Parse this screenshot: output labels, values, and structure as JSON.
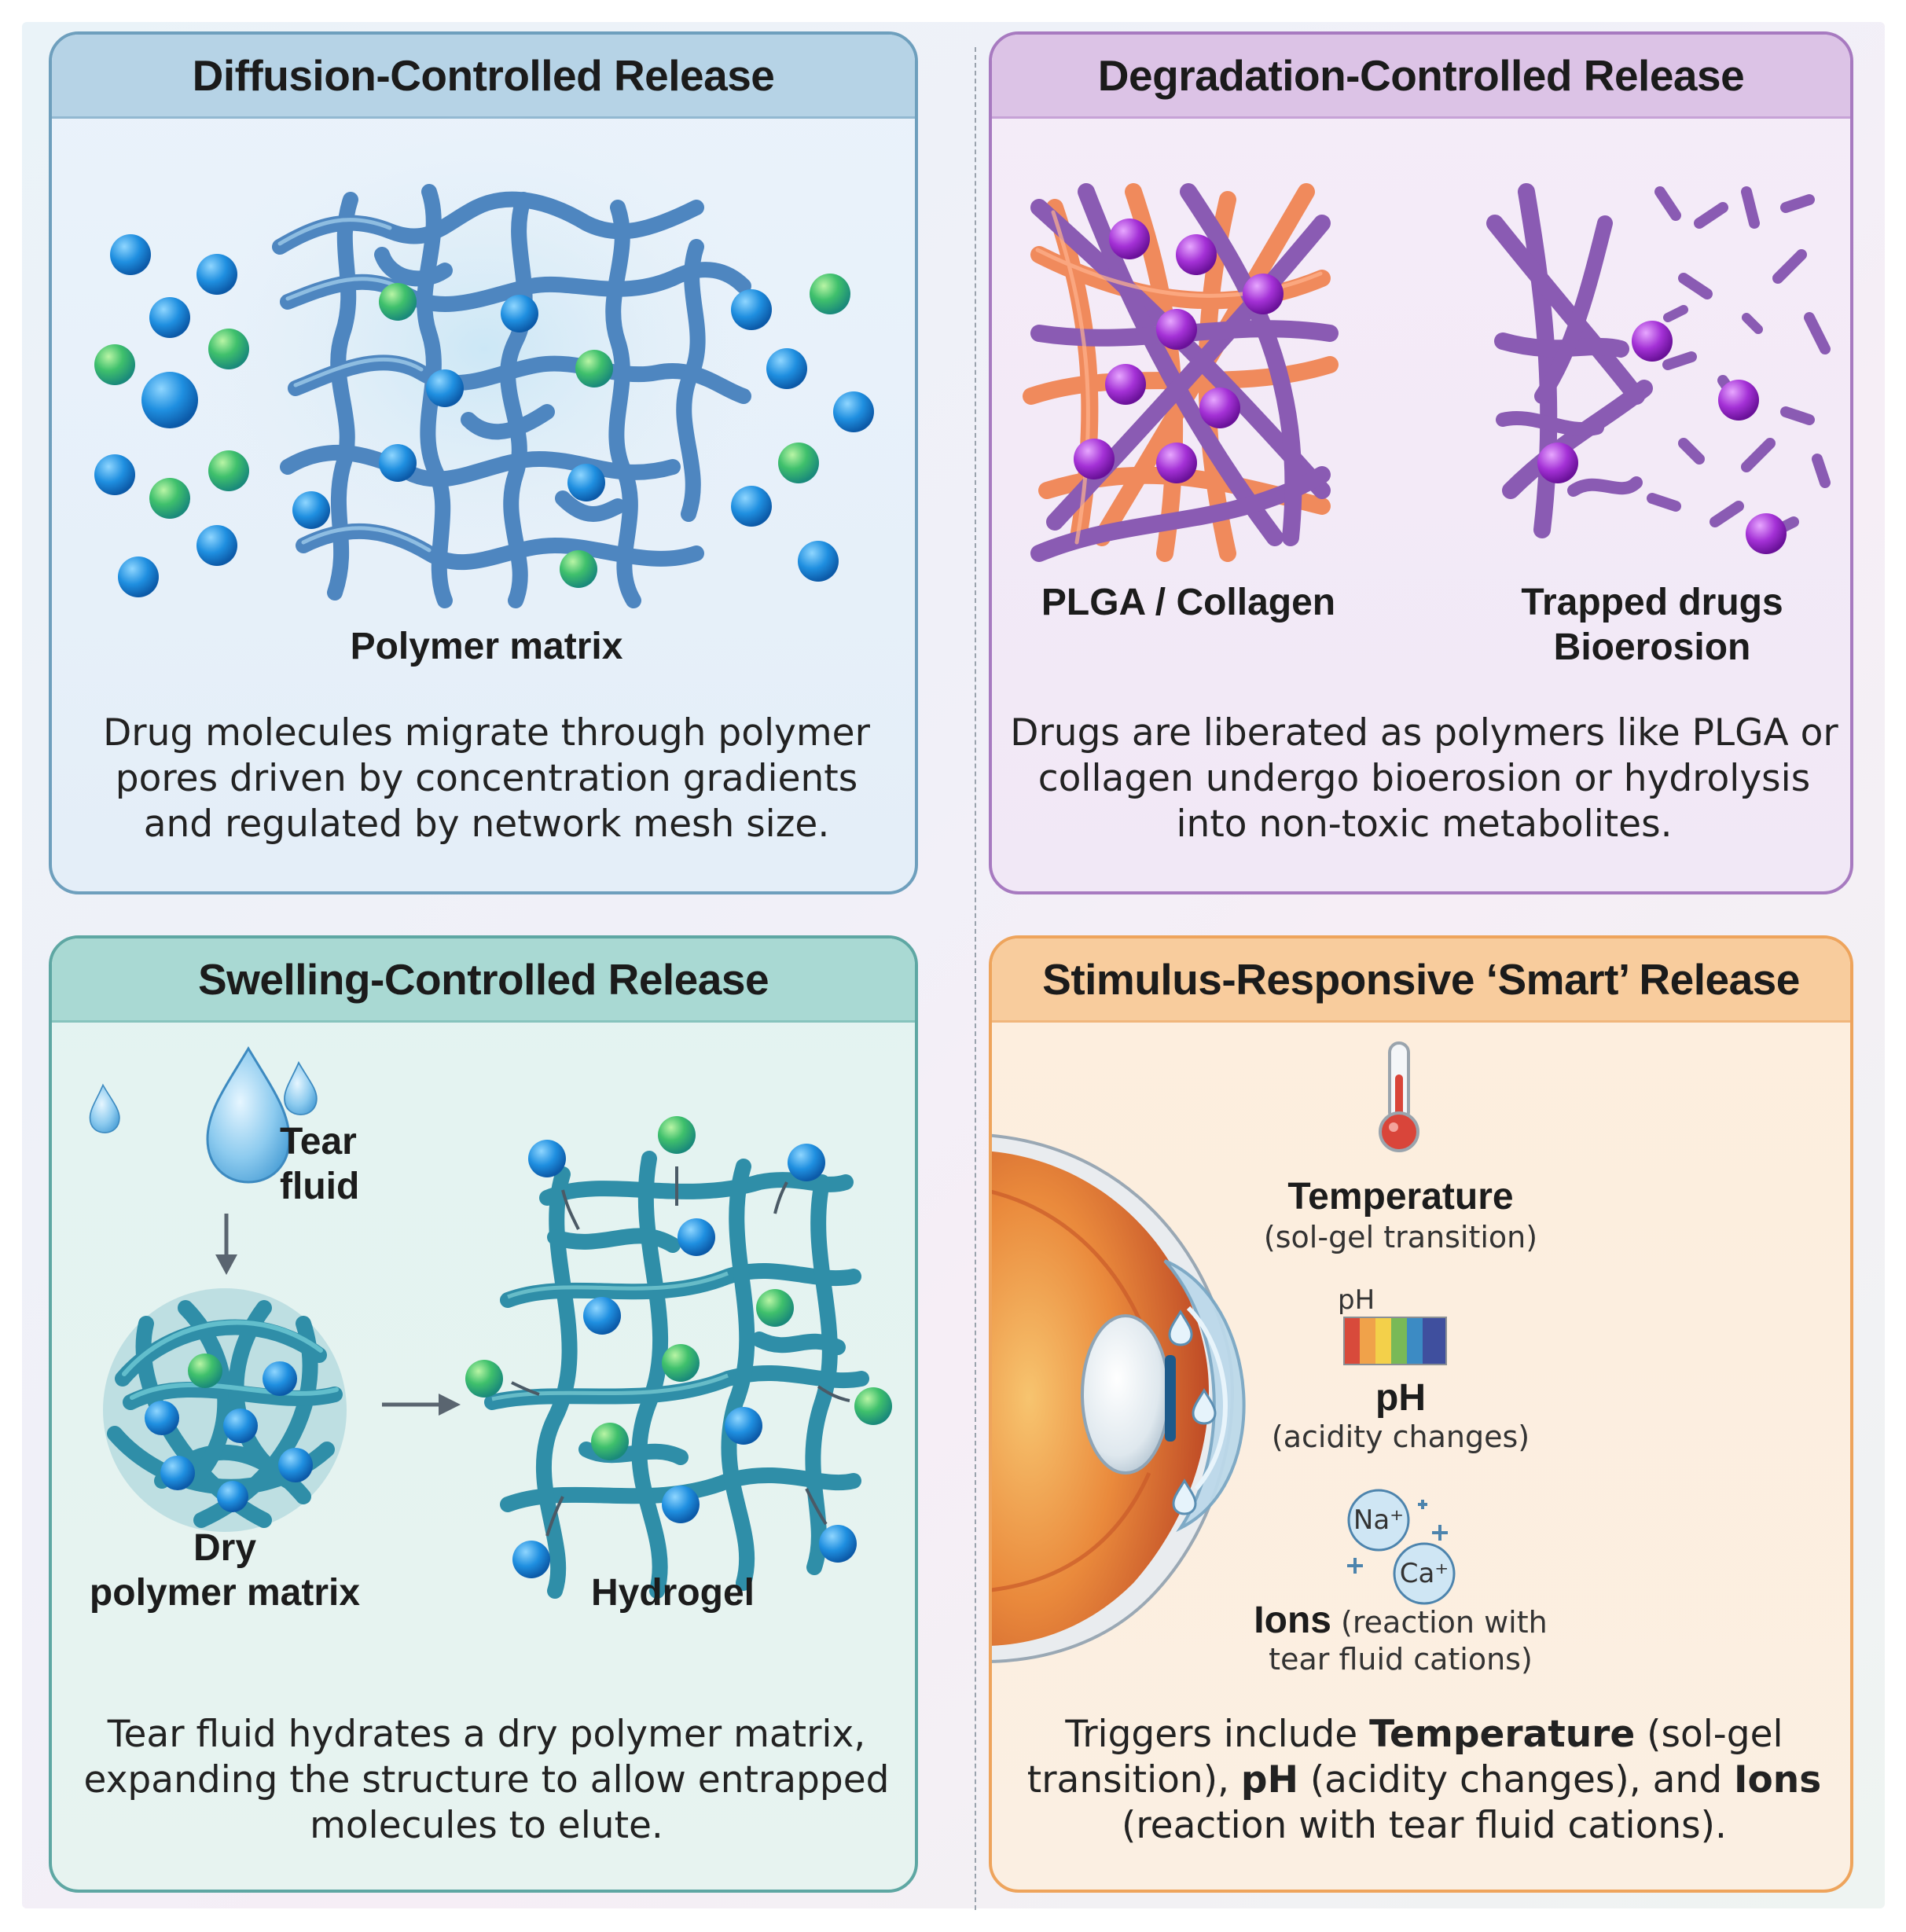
{
  "panels": {
    "diffusion": {
      "title": "Diffusion-Controlled Release",
      "label": "Polymer matrix",
      "desc1": "Drug molecules migrate through polymer",
      "desc2": "pores driven by concentration gradients",
      "desc3": "and regulated by network mesh size."
    },
    "degradation": {
      "title": "Degradation-Controlled Release",
      "label_left": "PLGA / Collagen",
      "label_right_1": "Trapped drugs",
      "label_right_2": "Bioerosion",
      "desc1": "Drugs are liberated as polymers like PLGA or",
      "desc2": "collagen undergo bioerosion or hydrolysis",
      "desc3": "into non-toxic metabolites."
    },
    "swelling": {
      "title": "Swelling-Controlled Release",
      "tear_1": "Tear",
      "tear_2": "fluid",
      "dry_1": "Dry",
      "dry_2": "polymer matrix",
      "hydrogel": "Hydrogel",
      "desc1": "Tear fluid hydrates a dry polymer matrix,",
      "desc2": "expanding the structure to allow entrapped",
      "desc3": "molecules to elute."
    },
    "stimulus": {
      "title": "Stimulus-Responsive ‘Smart’ Release",
      "temp_label": "Temperature",
      "temp_sub": "(sol-gel transition)",
      "ph_small": "pH",
      "ph_label": "pH",
      "ph_sub": "(acidity changes)",
      "na": "Na⁺",
      "ca": "Ca⁺",
      "ions_label": "Ions",
      "ions_sub_1": "(reaction with",
      "ions_sub_2": "tear fluid cations)",
      "desc_l1_a": "Triggers include ",
      "desc_l1_b": "Temperature",
      "desc_l1_c": " (sol-gel",
      "desc_l2_a": "transition), ",
      "desc_l2_b": "pH",
      "desc_l2_c": " (acidity changes), and ",
      "desc_l2_d": "Ions",
      "desc_l3": "(reaction with tear fluid cations)."
    }
  },
  "colors": {
    "diffusion": "#4e8bb1",
    "degradation": "#9660b0",
    "swelling": "#3d9c9a",
    "stimulus": "#ef9f4d"
  }
}
